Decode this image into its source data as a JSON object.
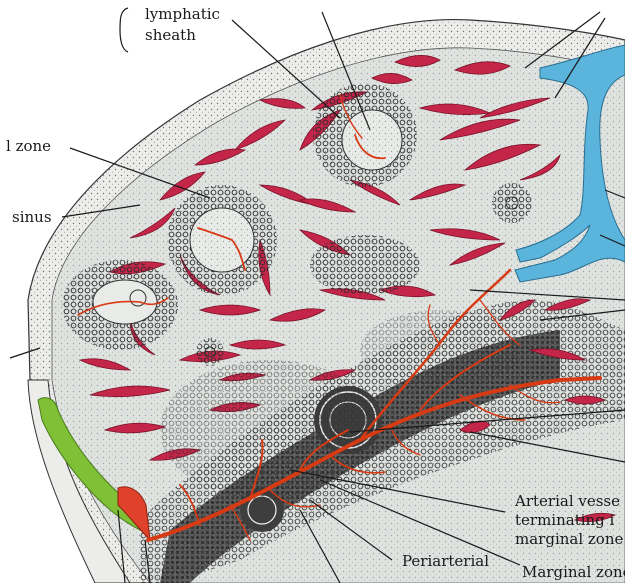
{
  "labels": {
    "lymphatic_line1": "lymphatic",
    "lymphatic_line2": "sheath",
    "zone_fragment": "l zone",
    "sinus_fragment": "sinus",
    "arterial_line1": "Arterial vesse",
    "arterial_line2": "terminating i",
    "arterial_line3": "marginal zone",
    "periarterial": "Periarterial",
    "marginal_zone": "Marginal zone"
  },
  "colors": {
    "capsule": "#e9ebe8",
    "pulp": "#dfe3e0",
    "red_cord": "#c4264a",
    "white_pulp": "#3a3a3a",
    "vein": "#5ab4dc",
    "artery": "#d83a14",
    "green_vessel": "#7fc036"
  }
}
